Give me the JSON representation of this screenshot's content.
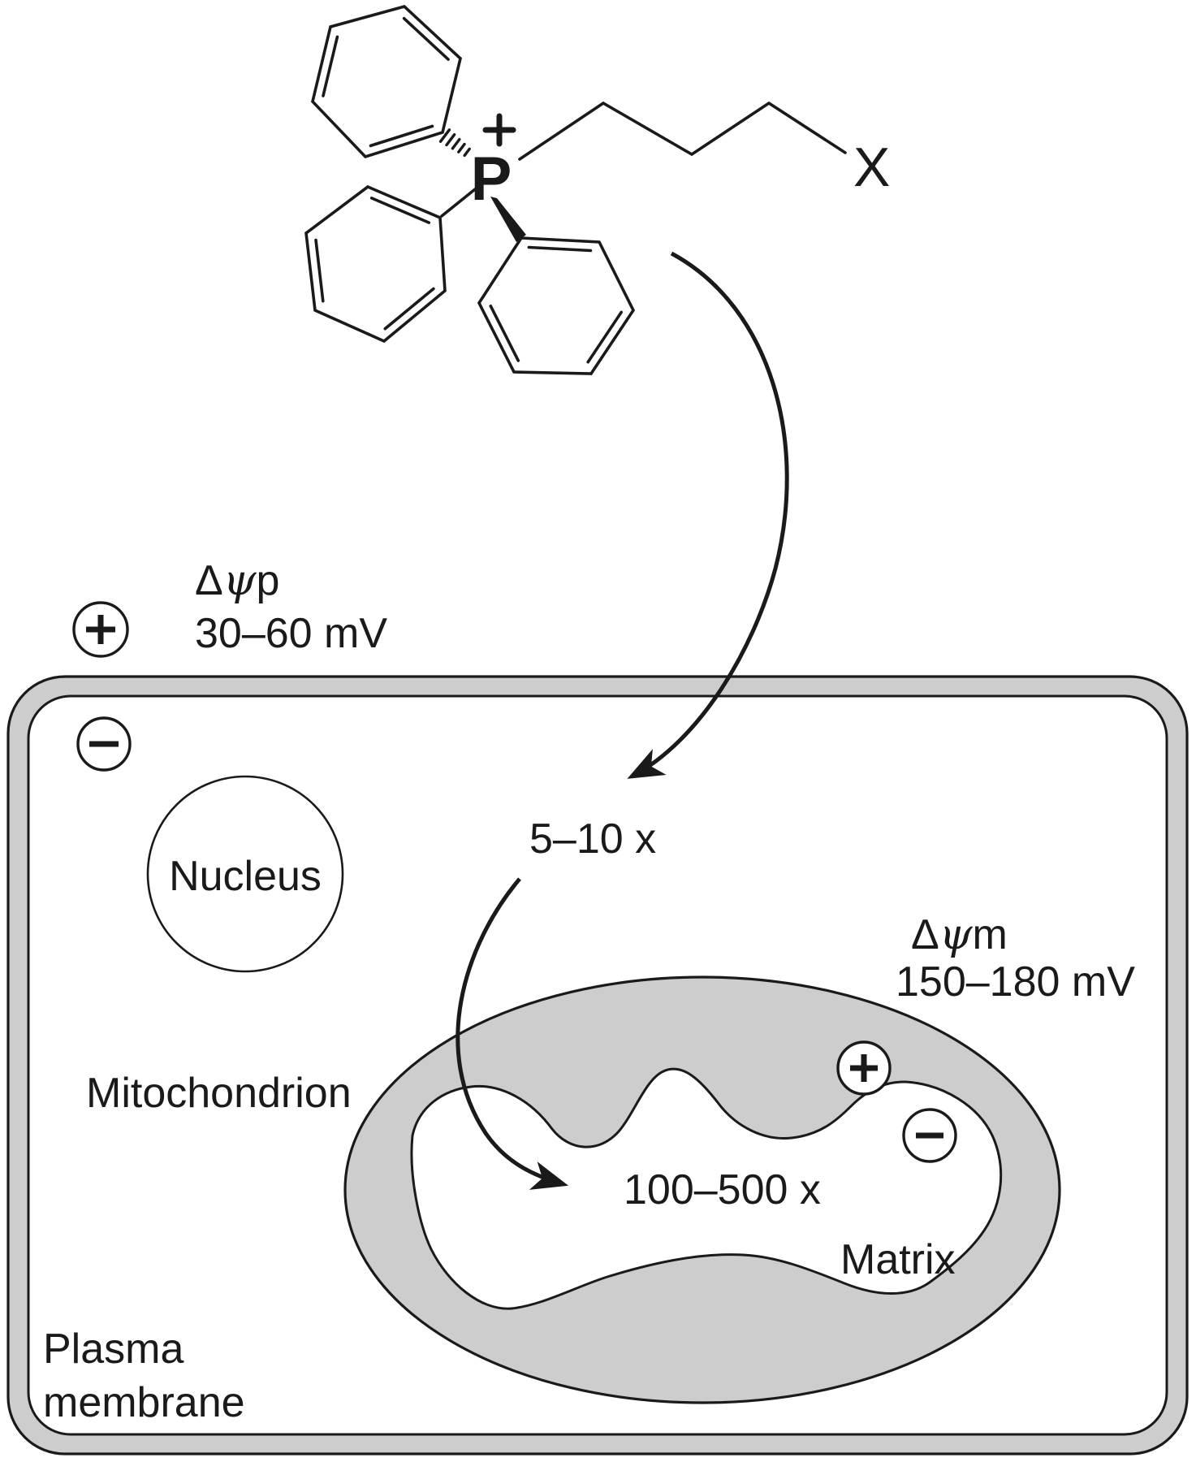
{
  "title": "Mitochondrial accumulation of an alkyltriphenylphosphonium cation",
  "colors": {
    "background": "#ffffff",
    "membrane_gray": "#cdcdcd",
    "line_black": "#1a1a1a",
    "fill_white": "#ffffff"
  },
  "molecule": {
    "phosphorus_label": "P",
    "charge_sign": "+",
    "substituent_label": "X"
  },
  "icons": {
    "positive_charge": "plus-circle-icon",
    "negative_charge": "minus-circle-icon",
    "uptake_arrow": "curved-arrow-icon"
  },
  "labels": {
    "plasma_potential_delta": "Δ",
    "plasma_potential_psi": "ψ",
    "plasma_potential_suffix": "p",
    "plasma_potential_value": "30–60 mV",
    "mito_potential_delta": "Δ",
    "mito_potential_psi": "ψ",
    "mito_potential_suffix": "m",
    "mito_potential_value": "150–180 mV",
    "cytosol_accumulation": "5–10 x",
    "matrix_accumulation": "100–500 x",
    "nucleus": "Nucleus",
    "mitochondrion": "Mitochondrion",
    "matrix": "Matrix",
    "plasma_membrane_line1": "Plasma",
    "plasma_membrane_line2": "membrane"
  }
}
